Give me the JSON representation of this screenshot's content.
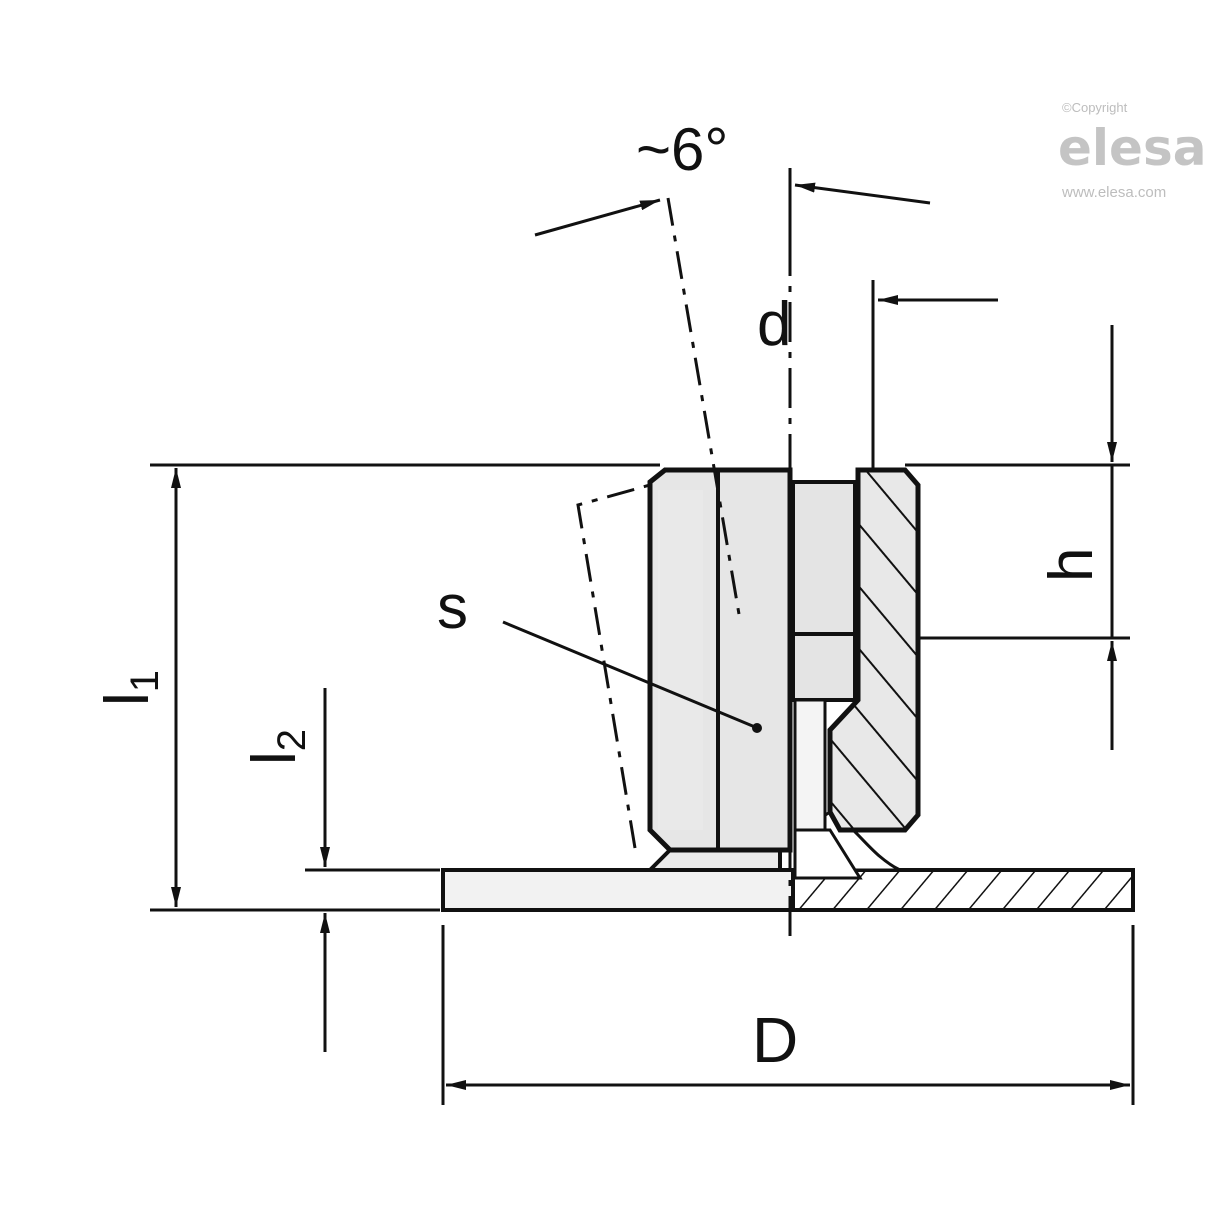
{
  "diagram": {
    "type": "technical-drawing",
    "subject": "Cross-section of threaded knob with base disc",
    "colors": {
      "line": "#111111",
      "fill_light": "#e6e6e6",
      "background": "#ffffff",
      "watermark": "#c0c0c0"
    },
    "dimensions": {
      "angle": {
        "label": "~6°",
        "tilde": "~",
        "value": "6°"
      },
      "d": {
        "label": "d"
      },
      "h": {
        "label": "h"
      },
      "s": {
        "label": "s"
      },
      "l1": {
        "label": "l",
        "subscript": "1"
      },
      "l2": {
        "label": "l",
        "subscript": "2"
      },
      "D": {
        "label": "D"
      }
    }
  },
  "watermark": {
    "copyright": "©Copyright",
    "brand": "elesa",
    "url": "www.elesa.com"
  }
}
